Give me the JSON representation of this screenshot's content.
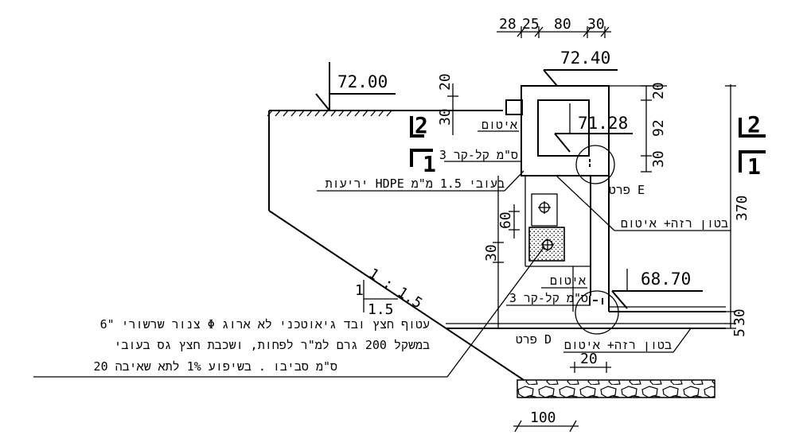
{
  "dimensions": {
    "top_28": "28",
    "top_25": "25",
    "top_80": "80",
    "top_30": "30",
    "left_20": "20",
    "left_30": "30",
    "right_20": "20",
    "right_92": "92",
    "right_30": "30",
    "total_370": "370",
    "pipe_60": "60",
    "pipe_30": "30",
    "base_30": "30",
    "base_5": "5",
    "footing_20": "20",
    "bottom_100": "100"
  },
  "levels": {
    "ground": "72.00",
    "top": "72.40",
    "inner": "71.28",
    "bottom": "68.70"
  },
  "section_marks": {
    "left_upper": "2",
    "left_lower": "1",
    "right_upper": "2",
    "right_lower": "1"
  },
  "labels": {
    "sealing_upper": "איטום",
    "cladding_upper": "3 ס\"מ קל-קר",
    "hdpe": "יריעות HDPE בעובי 1.5 מ\"מ",
    "detail_e": "פרט E",
    "concrete_upper": "בטון רזה+ איטום",
    "sealing_lower": "איטום",
    "cladding_lower": "3 ס\"מ קל-קר",
    "detail_d": "פרט D",
    "concrete_lower": "בטון רזה+ איטום"
  },
  "slope": {
    "ratio": "1 : 1.5",
    "rise": "1",
    "run": "1.5"
  },
  "note": {
    "line1": "צנור שרשורי \"6 Φ עטוף חצץ ובד גיאוטכני לא ארוג",
    "line2": "במשקל 200 גרם למ\"ר לפחות, ושכבת חצץ גס בעובי",
    "line3": "20 ס\"מ סביבו . בשיפוע 1% לתא שאיבה"
  }
}
